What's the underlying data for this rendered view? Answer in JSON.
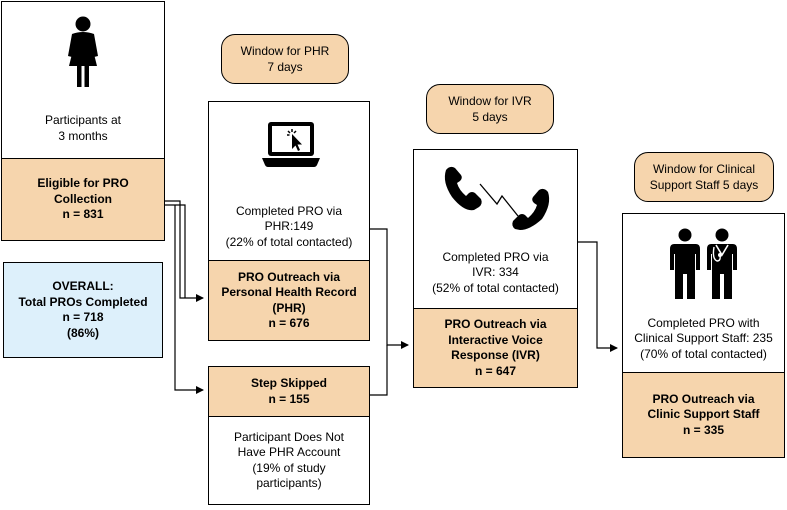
{
  "participants": {
    "icon": "person-icon",
    "line1": "Participants at",
    "line2": "3 months",
    "eligible_line1": "Eligible for PRO",
    "eligible_line2": "Collection",
    "eligible_n": "n = 831"
  },
  "overall": {
    "line1": "OVERALL:",
    "line2": "Total PROs Completed",
    "n": "n = 718",
    "pct": "(86%)"
  },
  "phr": {
    "window_line1": "Window for PHR",
    "window_line2": "7 days",
    "icon": "laptop-click-icon",
    "completed_line1": "Completed PRO via",
    "completed_line2": "PHR:149",
    "completed_line3": "(22% of total contacted)",
    "outreach_line1": "PRO Outreach via",
    "outreach_line2": "Personal Health Record",
    "outreach_line3": "(PHR)",
    "outreach_n": "n = 676"
  },
  "skipped": {
    "title": "Step Skipped",
    "n": "n = 155",
    "line1": "Participant Does Not",
    "line2": "Have PHR Account",
    "line3": "(19% of study",
    "line4": "participants)"
  },
  "ivr": {
    "window_line1": "Window for IVR",
    "window_line2": "5 days",
    "icon": "telephone-call-icon",
    "completed_line1": "Completed PRO via",
    "completed_line2": "IVR: 334",
    "completed_line3": "(52% of total contacted)",
    "outreach_line1": "PRO Outreach via",
    "outreach_line2": "Interactive Voice",
    "outreach_line3": "Response (IVR)",
    "outreach_n": "n = 647"
  },
  "clinical": {
    "window_line1": "Window for Clinical",
    "window_line2": "Support Staff 5 days",
    "icon": "clinical-staff-icon",
    "completed_line1": "Completed PRO with",
    "completed_line2": "Clinical Support Staff: 235",
    "completed_line3": "(70% of total contacted)",
    "outreach_line1": "PRO Outreach via",
    "outreach_line2": "Clinic Support Staff",
    "outreach_n": "n = 335"
  },
  "colors": {
    "tan": "#f6d5ad",
    "light_blue": "#ddf0fb"
  }
}
